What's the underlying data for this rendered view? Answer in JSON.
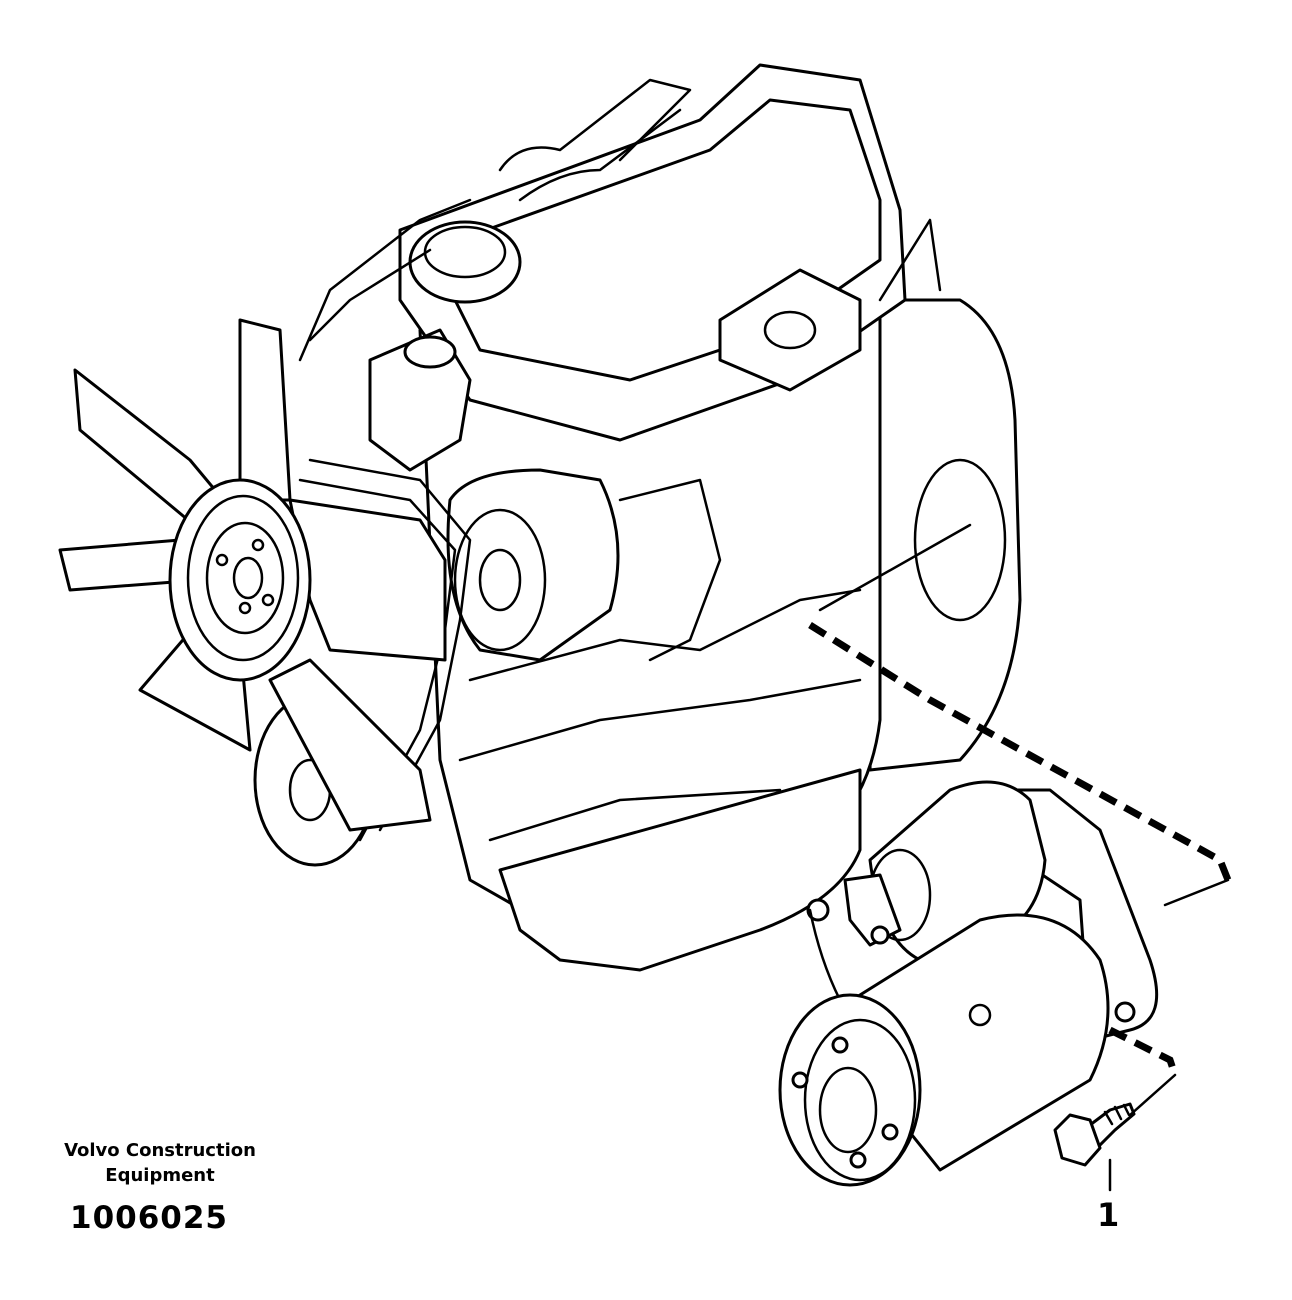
{
  "brand": {
    "line1": "Volvo Construction",
    "line2": "Equipment"
  },
  "drawing_number": "1006025",
  "callouts": [
    {
      "label": "1"
    }
  ]
}
